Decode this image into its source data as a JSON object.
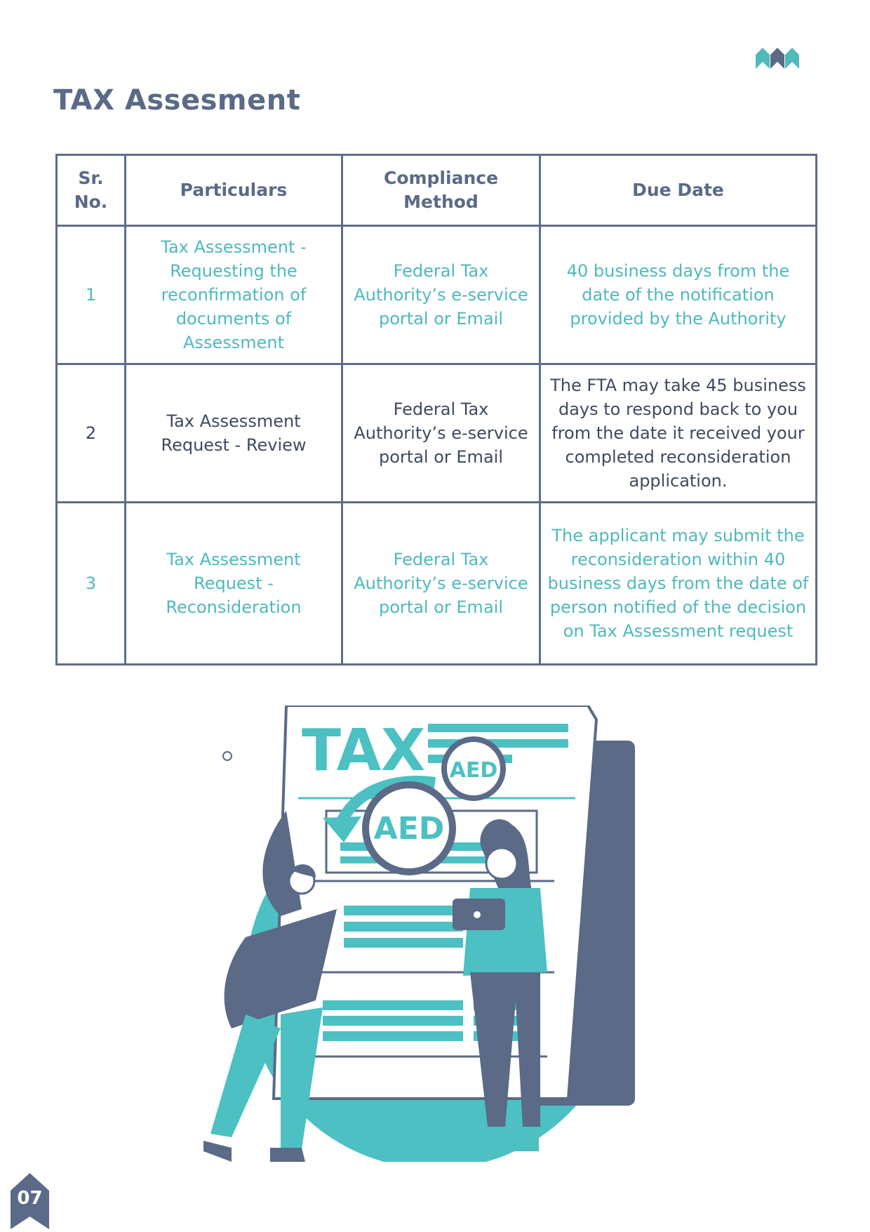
{
  "colors": {
    "accent": "#4fb9bb",
    "navy": "#5a6a87",
    "text": "#3f4a5e"
  },
  "header": {
    "title": "TAX Assesment"
  },
  "table": {
    "headers": [
      "Sr. No.",
      "Particulars",
      "Compliance Method",
      "Due Date"
    ],
    "rows": [
      {
        "sr": "1",
        "particulars": "Tax Assessment - Requesting the reconfirmation of documents of Assessment",
        "method": "Federal Tax Authority’s e-service portal or Email",
        "due": "40 business days from the date of the notification provided by the Authority"
      },
      {
        "sr": "2",
        "particulars": "Tax Assessment Request - Review",
        "method": "Federal Tax Authority’s e-service portal or Email",
        "due": "The FTA may take 45 business days to respond back to you from the date it received your completed reconsideration application."
      },
      {
        "sr": "3",
        "particulars": "Tax Assessment Request - Reconsideration",
        "method": "Federal Tax Authority’s e-service portal or Email",
        "due": "The applicant may submit the reconsideration within 40 business days from the date of person notified of the decision on Tax Assessment request"
      }
    ]
  },
  "illustration": {
    "doc_title": "TAX",
    "badge_small": "AED",
    "badge_large": "AED"
  },
  "footer": {
    "page_number": "07"
  }
}
